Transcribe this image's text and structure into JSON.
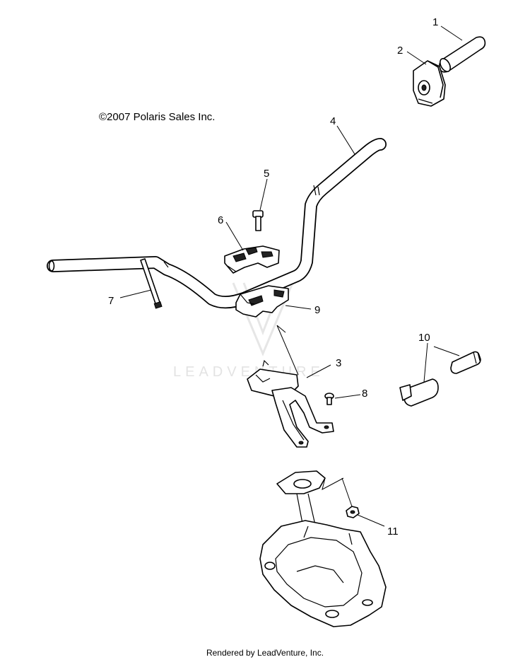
{
  "copyright": "©2007 Polaris Sales Inc.",
  "footer": "Rendered by LeadVenture, Inc.",
  "watermark": "LEADVENTURE",
  "callouts": [
    {
      "id": "1",
      "part": "grip-tube"
    },
    {
      "id": "2",
      "part": "thumb-throttle"
    },
    {
      "id": "3",
      "part": "handlebar-mount"
    },
    {
      "id": "4",
      "part": "handlebar"
    },
    {
      "id": "5",
      "part": "bolt"
    },
    {
      "id": "6",
      "part": "upper-clamp"
    },
    {
      "id": "7",
      "part": "long-bolt"
    },
    {
      "id": "8",
      "part": "screw"
    },
    {
      "id": "9",
      "part": "lower-clamp"
    },
    {
      "id": "10",
      "part": "grip-set"
    },
    {
      "id": "11",
      "part": "nut"
    }
  ]
}
